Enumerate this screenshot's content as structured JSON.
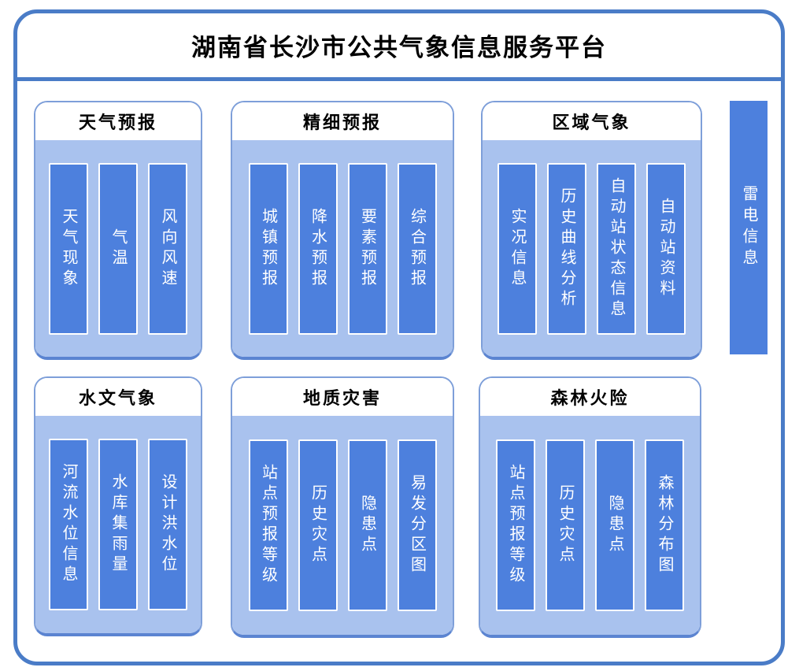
{
  "header": {
    "title": "湖南省长沙市公共气象信息服务平台"
  },
  "panels": [
    {
      "title": "天气预报",
      "items": [
        "天气现象",
        "气温",
        "风向风速"
      ]
    },
    {
      "title": "精细预报",
      "items": [
        "城镇预报",
        "降水预报",
        "要素预报",
        "综合预报"
      ]
    },
    {
      "title": "区域气象",
      "items": [
        "实况信息",
        "历史曲线分析",
        "自动站状态信息",
        "自动站资料"
      ]
    },
    {
      "title": "水文气象",
      "items": [
        "河流水位信息",
        "水库集雨量",
        "设计洪水位"
      ]
    },
    {
      "title": "地质灾害",
      "items": [
        "站点预报等级",
        "历史灾点",
        "隐患点",
        "易发分区图"
      ]
    },
    {
      "title": "森林火险",
      "items": [
        "站点预报等级",
        "历史灾点",
        "隐患点",
        "森林分布图"
      ]
    }
  ],
  "side_bar": {
    "label": "雷电信息"
  },
  "colors": {
    "frame_border": "#4a7cc7",
    "panel_border": "#7e9fd9",
    "panel_body_bg": "#a9c2ee",
    "bar_fill": "#4d80dd",
    "bar_text": "#ffffff",
    "title_text": "#000000"
  }
}
